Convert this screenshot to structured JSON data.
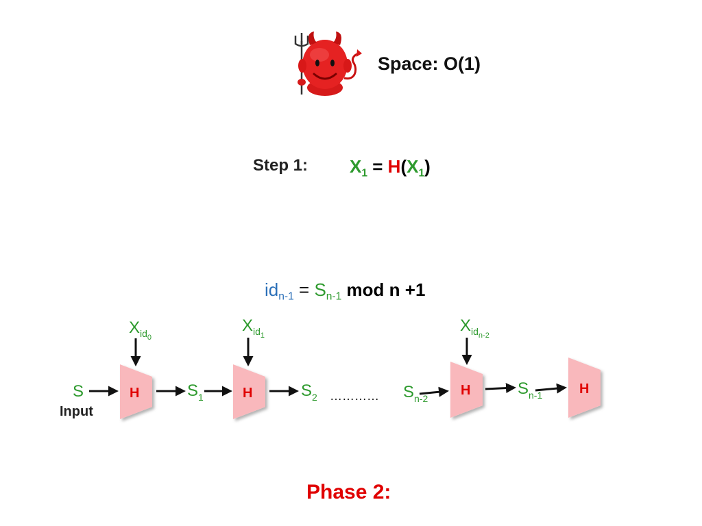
{
  "header": {
    "space_label": "Space: O(1)"
  },
  "step": {
    "label": "Step 1:",
    "x_left": "X",
    "x_left_sub": "1",
    "equals": " = ",
    "h": "H",
    "open_paren": "(",
    "x_right": "X",
    "x_right_sub": "1",
    "close_paren": ")"
  },
  "id_formula": {
    "id": "id",
    "id_sub": "n-1",
    "equals": " = ",
    "s": "S",
    "s_sub": "n-1",
    "rest": " mod n +1"
  },
  "diagram": {
    "input_var": "S",
    "input_caption": "Input",
    "block_label": "H",
    "states": [
      {
        "base": "S",
        "sub": "1"
      },
      {
        "base": "S",
        "sub": "2"
      },
      {
        "base": "S",
        "sub": "n-2"
      },
      {
        "base": "S",
        "sub": "n-1"
      }
    ],
    "dots": "…………",
    "inputs": [
      {
        "base": "X",
        "sub": "id",
        "subsub": "0"
      },
      {
        "base": "X",
        "sub": "id",
        "subsub": "1"
      },
      {
        "base": "X",
        "sub": "id",
        "subsub": "n-2"
      }
    ]
  },
  "footer": {
    "phase_label": "Phase 2:"
  },
  "colors": {
    "green": "#2e9a2e",
    "blue": "#2a6fb8",
    "red": "#e00000",
    "block_fill": "#f9b8bc"
  },
  "icons": [
    "devil-icon",
    "pitchfork-icon"
  ]
}
